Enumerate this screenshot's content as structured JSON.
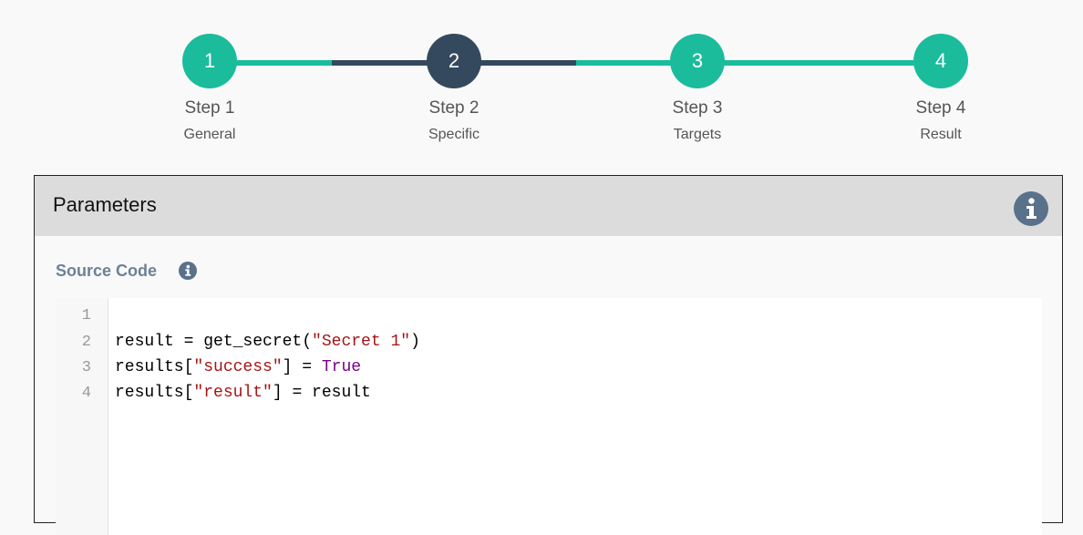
{
  "wizard": {
    "steps": [
      {
        "number": "1",
        "title": "Step 1",
        "subtitle": "General"
      },
      {
        "number": "2",
        "title": "Step 2",
        "subtitle": "Specific"
      },
      {
        "number": "3",
        "title": "Step 3",
        "subtitle": "Targets"
      },
      {
        "number": "4",
        "title": "Step 4",
        "subtitle": "Result"
      }
    ],
    "active_step": 2,
    "colors": {
      "complete": "#1abc9c",
      "active": "#34495e"
    }
  },
  "panel": {
    "title": "Parameters",
    "info_icon": "info-icon",
    "source_code": {
      "label": "Source Code",
      "info_icon": "info-icon",
      "lines": [
        {
          "number": "1",
          "tokens": []
        },
        {
          "number": "2",
          "tokens": [
            {
              "text": "result = get_secret(",
              "kind": "plain"
            },
            {
              "text": "\"Secret 1\"",
              "kind": "string"
            },
            {
              "text": ")",
              "kind": "plain"
            }
          ]
        },
        {
          "number": "3",
          "tokens": [
            {
              "text": "results[",
              "kind": "plain"
            },
            {
              "text": "\"success\"",
              "kind": "string"
            },
            {
              "text": "] = ",
              "kind": "plain"
            },
            {
              "text": "True",
              "kind": "keyword"
            }
          ]
        },
        {
          "number": "4",
          "tokens": [
            {
              "text": "results[",
              "kind": "plain"
            },
            {
              "text": "\"result\"",
              "kind": "string"
            },
            {
              "text": "] = result",
              "kind": "plain"
            }
          ]
        }
      ]
    }
  }
}
